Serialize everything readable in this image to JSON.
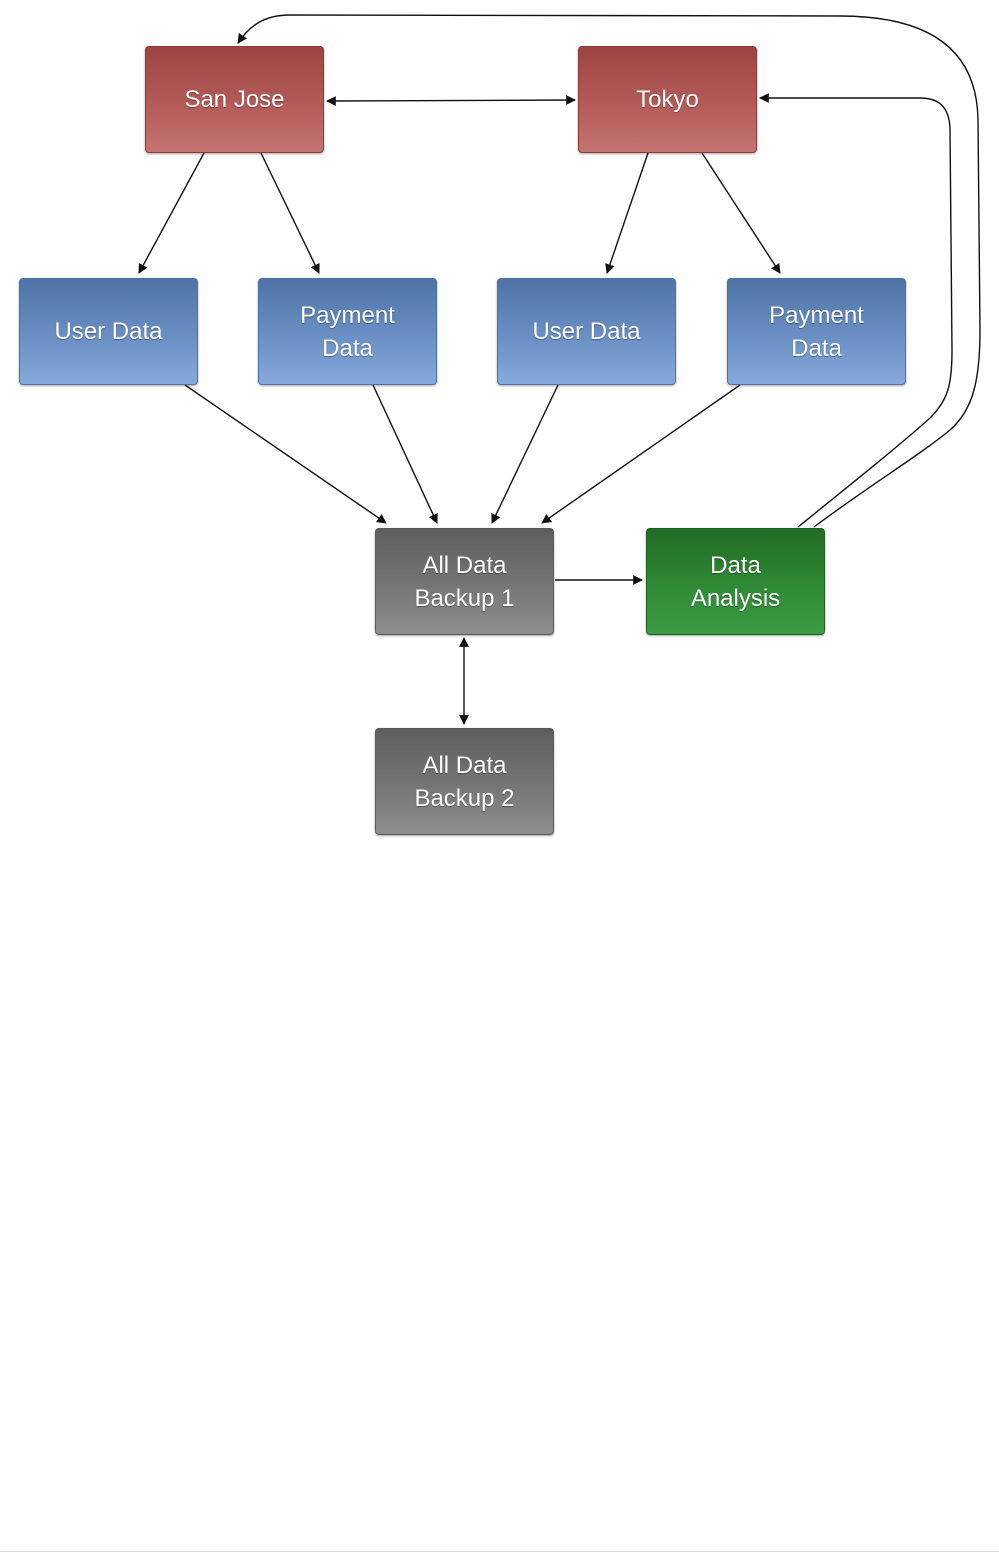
{
  "nodes": {
    "san_jose": "San Jose",
    "tokyo": "Tokyo",
    "sj_user_data": "User Data",
    "sj_payment_data": "Payment\nData",
    "tk_user_data": "User Data",
    "tk_payment_data": "Payment\nData",
    "backup_1": "All Data\nBackup 1",
    "backup_2": "All Data\nBackup 2",
    "analysis": "Data\nAnalysis"
  },
  "colors": {
    "location": "#b2514d",
    "data_store": "#6a8fc4",
    "backup": "#767676",
    "analysis": "#2f8a35",
    "connector": "#111111"
  },
  "edges": [
    {
      "from": "San Jose",
      "to": "User Data",
      "direction": "forward"
    },
    {
      "from": "San Jose",
      "to": "Payment Data",
      "direction": "forward"
    },
    {
      "from": "Tokyo",
      "to": "User Data",
      "direction": "forward"
    },
    {
      "from": "Tokyo",
      "to": "Payment Data",
      "direction": "forward"
    },
    {
      "from": "San Jose",
      "to": "Tokyo",
      "direction": "both"
    },
    {
      "from": "User Data",
      "to": "All Data Backup 1",
      "direction": "forward"
    },
    {
      "from": "Payment Data",
      "to": "All Data Backup 1",
      "direction": "forward"
    },
    {
      "from": "User Data",
      "to": "All Data Backup 1",
      "direction": "forward"
    },
    {
      "from": "Payment Data",
      "to": "All Data Backup 1",
      "direction": "forward"
    },
    {
      "from": "All Data Backup 1",
      "to": "Data Analysis",
      "direction": "forward"
    },
    {
      "from": "All Data Backup 1",
      "to": "All Data Backup 2",
      "direction": "both"
    },
    {
      "from": "Data Analysis",
      "to": "San Jose",
      "direction": "forward"
    },
    {
      "from": "Data Analysis",
      "to": "Tokyo",
      "direction": "forward"
    }
  ]
}
